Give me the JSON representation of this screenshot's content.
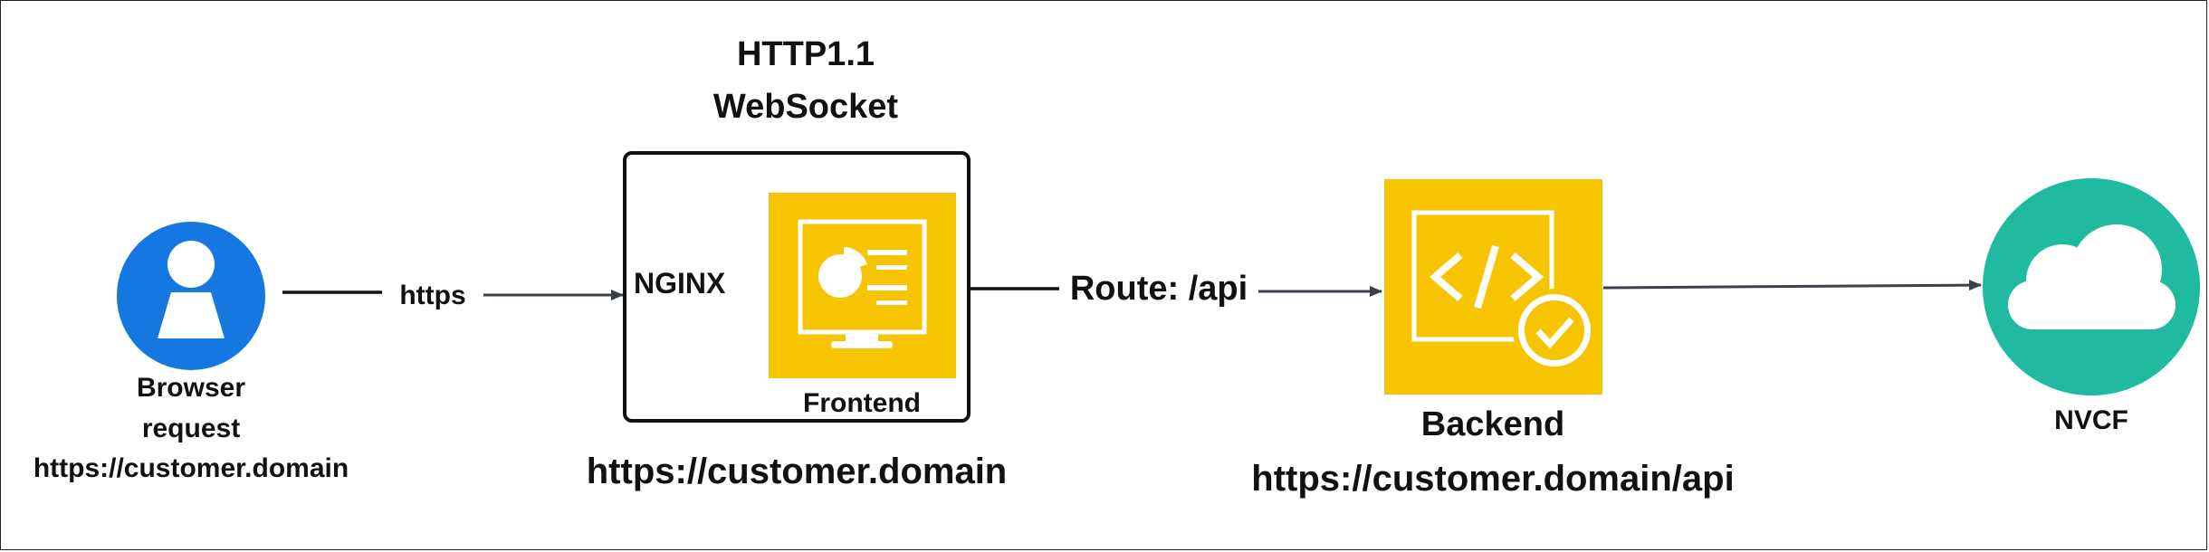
{
  "browser": {
    "icon": "user-icon",
    "line1": "Browser",
    "line2": "request",
    "line3": "https://customer.domain"
  },
  "link1": {
    "label": "https"
  },
  "proxy": {
    "heading1": "HTTP1.1",
    "heading2": "WebSocket",
    "name": "NGINX",
    "frontend_label": "Frontend",
    "frontend_icon": "monitor-chart-icon",
    "url": "https://customer.domain"
  },
  "link2": {
    "label": "Route: /api"
  },
  "backend": {
    "icon": "code-check-icon",
    "label": "Backend",
    "url": "https://customer.domain/api"
  },
  "nvcf": {
    "icon": "cloud-icon",
    "label": "NVCF"
  },
  "colors": {
    "blue": "#1577e0",
    "yellow": "#f6c400",
    "teal": "#1fbaa0",
    "line": "#3a3f4a",
    "text": "#111111"
  }
}
